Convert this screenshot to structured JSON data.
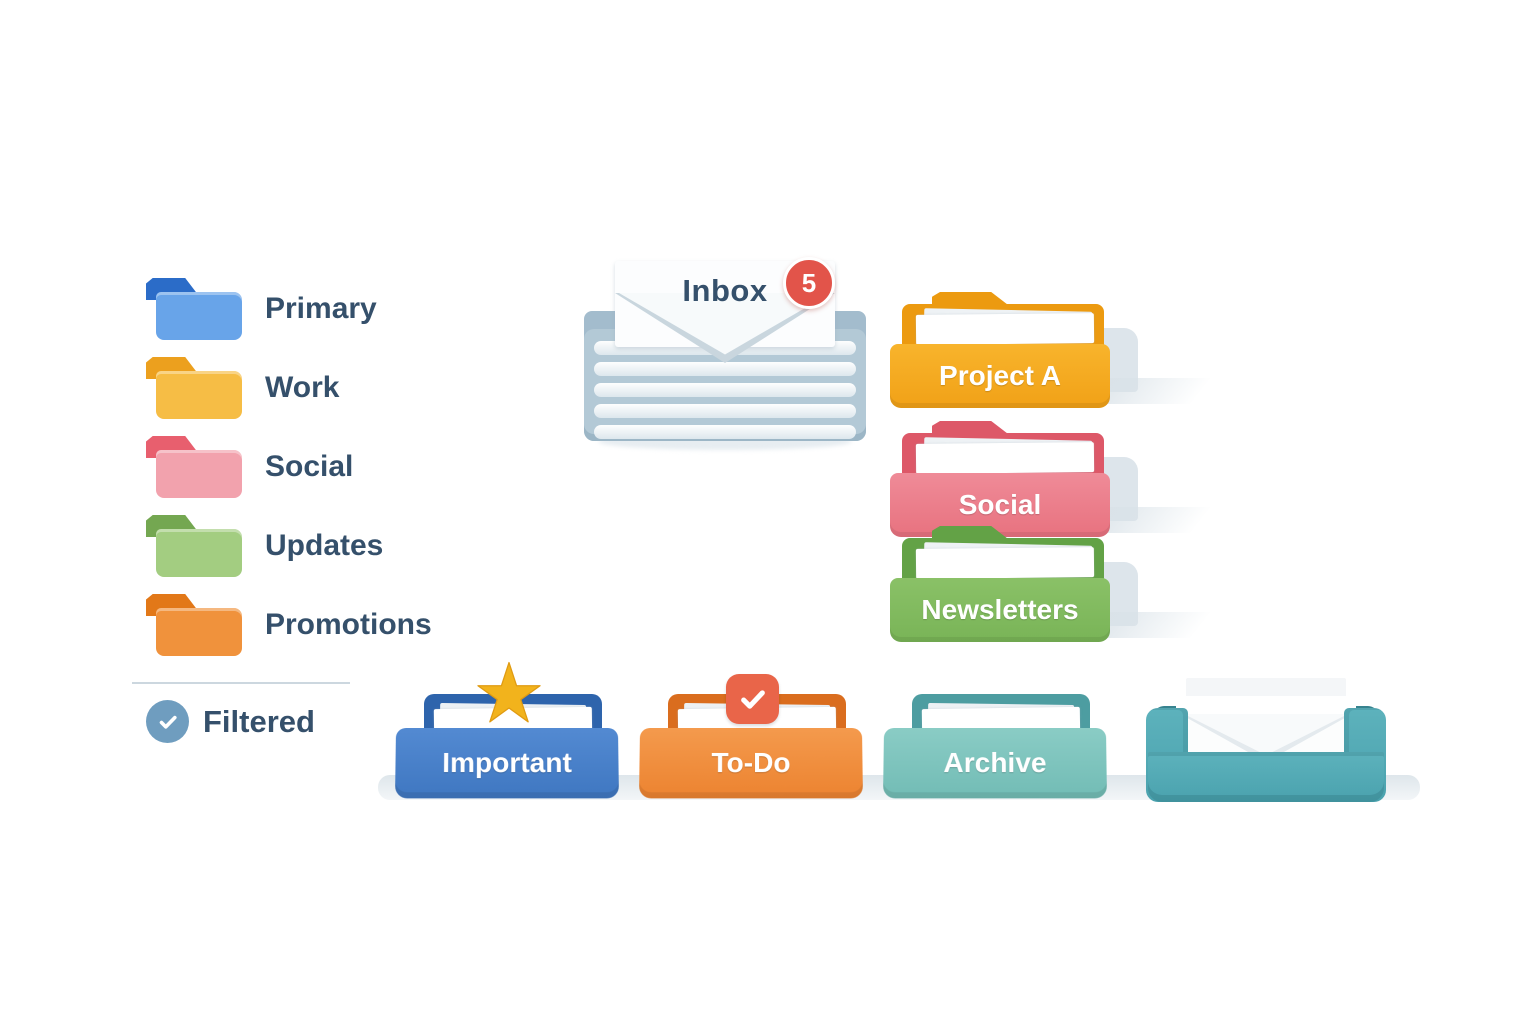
{
  "canvas": {
    "background": "#ffffff",
    "text_color": "#35506b"
  },
  "legend": {
    "items": [
      {
        "label": "Primary",
        "folder_color": "#68a4e9",
        "tab_color": "#2b6cc8"
      },
      {
        "label": "Work",
        "folder_color": "#f6bd45",
        "tab_color": "#eca01e"
      },
      {
        "label": "Social",
        "folder_color": "#f2a2ad",
        "tab_color": "#e85f6e"
      },
      {
        "label": "Updates",
        "folder_color": "#a3cd81",
        "tab_color": "#74a751"
      },
      {
        "label": "Promotions",
        "folder_color": "#f0923c",
        "tab_color": "#e27818"
      }
    ],
    "filtered": {
      "label": "Filtered",
      "icon": "check-circle-icon",
      "icon_color": "#6f9dbf"
    }
  },
  "inbox": {
    "title": "Inbox",
    "badge_count": "5",
    "badge_color": "#e2544a"
  },
  "right_folders": [
    {
      "label": "Project A",
      "front_color": "#f1a117",
      "back_color": "#ec9a10"
    },
    {
      "label": "Social",
      "front_color": "#e8727f",
      "back_color": "#dd5868"
    },
    {
      "label": "Newsletters",
      "front_color": "#79b457",
      "back_color": "#63a246"
    }
  ],
  "bottom_folders": [
    {
      "label": "Important",
      "front_color": "#3f77c1",
      "back_color": "#2e64ac",
      "badge": "star-icon",
      "badge_color": "#f2b31c"
    },
    {
      "label": "To-Do",
      "front_color": "#ec8330",
      "back_color": "#da6d1e",
      "badge": "check-icon",
      "badge_color": "#e96549"
    },
    {
      "label": "Archive",
      "front_color": "#72bcb5",
      "back_color": "#4d9da1",
      "badge": null
    }
  ],
  "archive_tray": {
    "color": "#4aa2ae",
    "contents": "envelope-and-papers"
  }
}
